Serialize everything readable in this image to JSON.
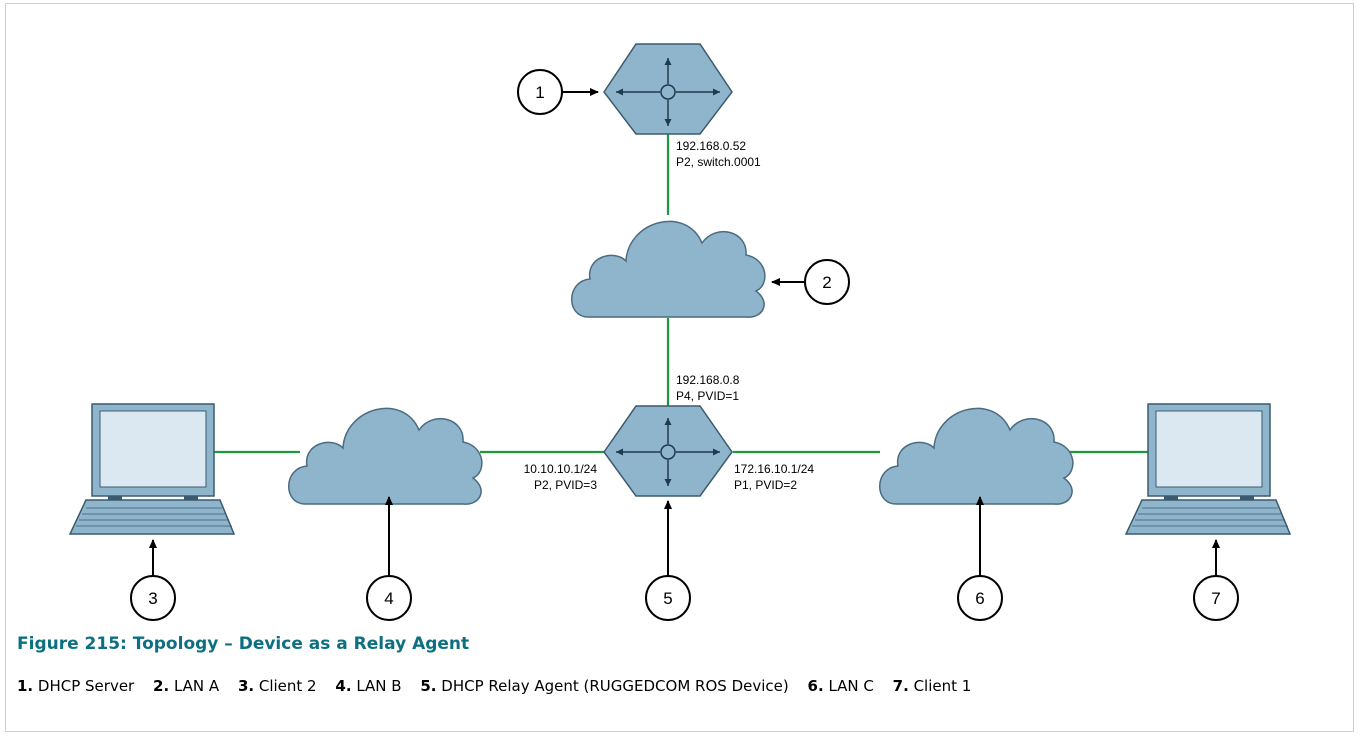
{
  "figure": {
    "title": "Figure 215: Topology – Device as a Relay Agent"
  },
  "callouts": [
    "1",
    "2",
    "3",
    "4",
    "5",
    "6",
    "7"
  ],
  "labels": {
    "server_ip": "192.168.0.52",
    "server_port": "P2, switch.0001",
    "relay_up_ip": "192.168.0.8",
    "relay_up_port": "P4, PVID=1",
    "relay_left_ip": "10.10.10.1/24",
    "relay_left_port": "P2, PVID=3",
    "relay_right_ip": "172.16.10.1/24",
    "relay_right_port": "P1, PVID=2"
  },
  "legend": [
    {
      "num": "1.",
      "text": "DHCP Server"
    },
    {
      "num": "2.",
      "text": "LAN A"
    },
    {
      "num": "3.",
      "text": "Client 2"
    },
    {
      "num": "4.",
      "text": "LAN B"
    },
    {
      "num": "5.",
      "text": "DHCP Relay Agent (RUGGEDCOM ROS Device)"
    },
    {
      "num": "6.",
      "text": "LAN C"
    },
    {
      "num": "7.",
      "text": "Client 1"
    }
  ],
  "colors": {
    "link": "#1a9a3c",
    "device_fill": "#8fb5cc",
    "device_stroke": "#3c5a6e",
    "laptop_screen": "#dbe8f1",
    "caption": "#0d7080"
  }
}
